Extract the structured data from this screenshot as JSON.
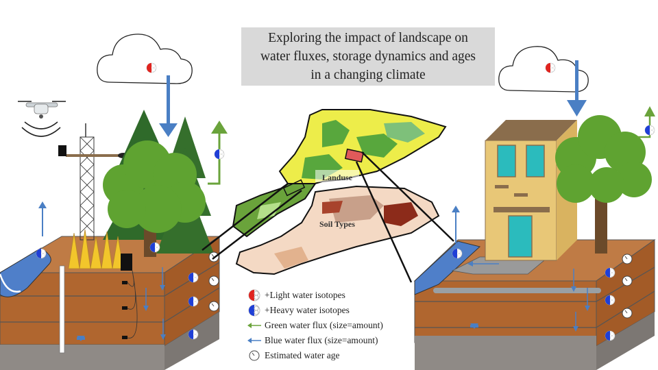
{
  "title": "Exploring the impact of landscape on\nwater fluxes, storage dynamics and ages\nin a changing climate",
  "map_labels": {
    "landuse": "Landuse",
    "soil_types": "Soil Types"
  },
  "legend": [
    {
      "icon": "light-isotope-icon",
      "label": "+Light water isotopes"
    },
    {
      "icon": "heavy-isotope-icon",
      "label": "+Heavy water isotopes"
    },
    {
      "icon": "green-arrow-icon",
      "label": "Green water flux (size=amount)"
    },
    {
      "icon": "blue-arrow-icon",
      "label": "Blue water flux (size=amount)"
    },
    {
      "icon": "clock-icon",
      "label": "Estimated water age"
    }
  ],
  "colors": {
    "soil_top": "#b5733f",
    "soil_side": "#a8632c",
    "bedrock": "#8f8a86",
    "water": "#4f7fc9",
    "blue_flux": "#4a7fc4",
    "green_flux": "#6aa33b",
    "tree": "#5fa331",
    "conifer": "#2f6a2a",
    "crop": "#f2c62b",
    "building": "#e8c777",
    "isotope_red": "#e0241f",
    "isotope_blue": "#1f3fd6",
    "title_bg": "#d9d9d9"
  }
}
